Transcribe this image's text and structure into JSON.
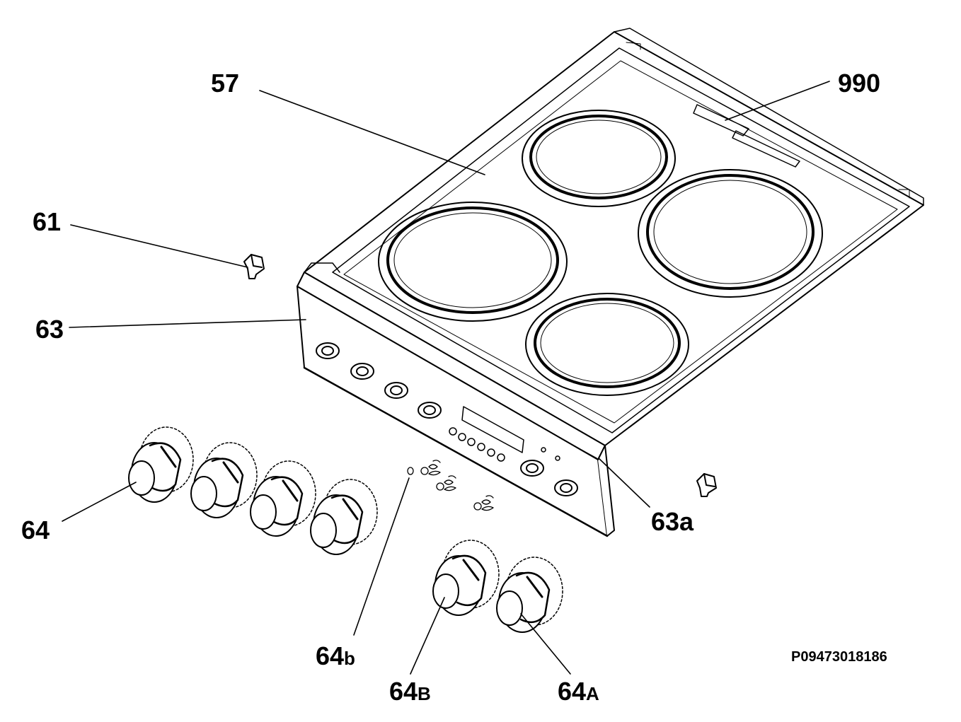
{
  "labels": {
    "p57": "57",
    "p990": "990",
    "p61": "61",
    "p63": "63",
    "p63a": "63a",
    "p64": "64",
    "p64b_main": "64",
    "p64b_sub": "b",
    "p64B_main": "64",
    "p64B_sub": "B",
    "p64A_main": "64",
    "p64A_sub": "A"
  },
  "reference_code": "P09473018186",
  "colors": {
    "ink": "#000000",
    "paper": "#ffffff"
  }
}
